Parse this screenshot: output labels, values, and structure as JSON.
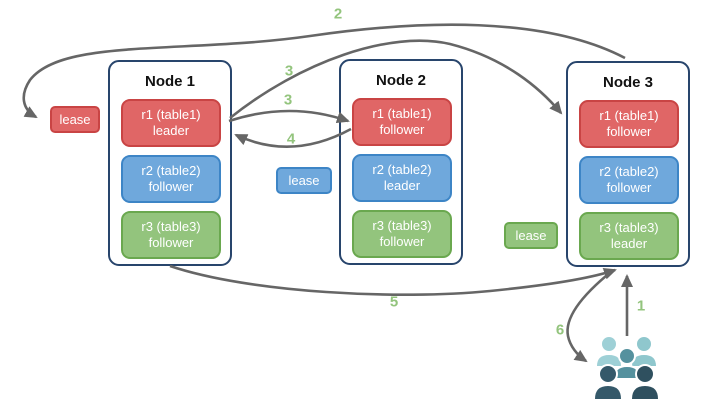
{
  "diagram": {
    "nodes": [
      {
        "title": "Node 1",
        "replicas": [
          {
            "name": "r1 (table1)",
            "role": "leader",
            "color": "red"
          },
          {
            "name": "r2 (table2)",
            "role": "follower",
            "color": "blue"
          },
          {
            "name": "r3 (table3)",
            "role": "follower",
            "color": "green"
          }
        ]
      },
      {
        "title": "Node 2",
        "replicas": [
          {
            "name": "r1 (table1)",
            "role": "follower",
            "color": "red"
          },
          {
            "name": "r2 (table2)",
            "role": "leader",
            "color": "blue"
          },
          {
            "name": "r3 (table3)",
            "role": "follower",
            "color": "green"
          }
        ]
      },
      {
        "title": "Node 3",
        "replicas": [
          {
            "name": "r1 (table1)",
            "role": "follower",
            "color": "red"
          },
          {
            "name": "r2 (table2)",
            "role": "follower",
            "color": "blue"
          },
          {
            "name": "r3 (table3)",
            "role": "leader",
            "color": "green"
          }
        ]
      }
    ],
    "leases": [
      {
        "label": "lease",
        "color": "red"
      },
      {
        "label": "lease",
        "color": "blue"
      },
      {
        "label": "lease",
        "color": "green"
      }
    ],
    "steps": {
      "s1": "1",
      "s2": "2",
      "s3_to_node3": "3",
      "s3_to_node2": "3",
      "s4": "4",
      "s5": "5",
      "s6": "6"
    },
    "icons": {
      "users_icon": "user-group-icon"
    },
    "colors": {
      "red_fill": "#E06666",
      "red_border": "#C94444",
      "blue_fill": "#6FA8DC",
      "blue_border": "#3D85C6",
      "green_fill": "#93C47D",
      "green_border": "#6AA84F",
      "node_border": "#28456C",
      "arrow": "#666666",
      "step_number": "#93C47D",
      "users_light": "#9ED0D6",
      "users_mid": "#55919E",
      "users_dark": "#2F505F"
    }
  }
}
